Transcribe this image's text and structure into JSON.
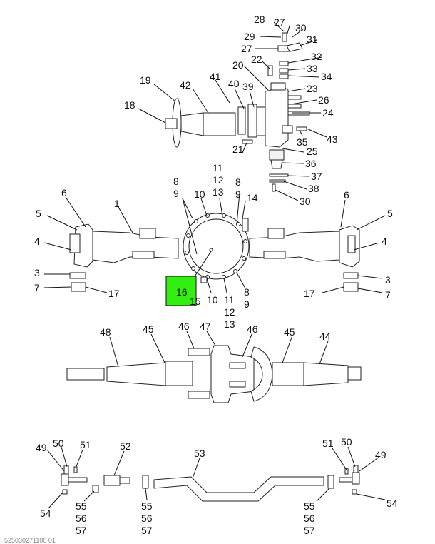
{
  "callouts": [
    {
      "id": "c28",
      "text": "28"
    },
    {
      "id": "c27a",
      "text": "27"
    },
    {
      "id": "c30a",
      "text": "30"
    },
    {
      "id": "c29",
      "text": "29"
    },
    {
      "id": "c31",
      "text": "31"
    },
    {
      "id": "c27b",
      "text": "27"
    },
    {
      "id": "c32",
      "text": "32"
    },
    {
      "id": "c22",
      "text": "22"
    },
    {
      "id": "c33",
      "text": "33"
    },
    {
      "id": "c20",
      "text": "20"
    },
    {
      "id": "c34",
      "text": "34"
    },
    {
      "id": "c19",
      "text": "19"
    },
    {
      "id": "c41",
      "text": "41"
    },
    {
      "id": "c42",
      "text": "42"
    },
    {
      "id": "c40",
      "text": "40"
    },
    {
      "id": "c39",
      "text": "39"
    },
    {
      "id": "c23",
      "text": "23"
    },
    {
      "id": "c26",
      "text": "26"
    },
    {
      "id": "c18",
      "text": "18"
    },
    {
      "id": "c24",
      "text": "24"
    },
    {
      "id": "c35",
      "text": "35"
    },
    {
      "id": "c43",
      "text": "43"
    },
    {
      "id": "c21",
      "text": "21"
    },
    {
      "id": "c25",
      "text": "25"
    },
    {
      "id": "c36",
      "text": "36"
    },
    {
      "id": "c11a",
      "text": "11"
    },
    {
      "id": "c12a",
      "text": "12"
    },
    {
      "id": "c37",
      "text": "37"
    },
    {
      "id": "c8a",
      "text": "8"
    },
    {
      "id": "c9a",
      "text": "9"
    },
    {
      "id": "c8b",
      "text": "8"
    },
    {
      "id": "c38",
      "text": "38"
    },
    {
      "id": "c9b",
      "text": "9"
    },
    {
      "id": "c10a",
      "text": "10"
    },
    {
      "id": "c13a",
      "text": "13"
    },
    {
      "id": "c14",
      "text": "14"
    },
    {
      "id": "c30b",
      "text": "30"
    },
    {
      "id": "c6a",
      "text": "6"
    },
    {
      "id": "c6b",
      "text": "6"
    },
    {
      "id": "c1",
      "text": "1"
    },
    {
      "id": "c5a",
      "text": "5"
    },
    {
      "id": "c5b",
      "text": "5"
    },
    {
      "id": "c4a",
      "text": "4"
    },
    {
      "id": "c4b",
      "text": "4"
    },
    {
      "id": "c3a",
      "text": "3"
    },
    {
      "id": "c3b",
      "text": "3"
    },
    {
      "id": "c7a",
      "text": "7"
    },
    {
      "id": "c17a",
      "text": "17"
    },
    {
      "id": "c17b",
      "text": "17"
    },
    {
      "id": "c7b",
      "text": "7"
    },
    {
      "id": "c16",
      "text": "16"
    },
    {
      "id": "c15",
      "text": "15"
    },
    {
      "id": "c10b",
      "text": "10"
    },
    {
      "id": "c11b",
      "text": "11"
    },
    {
      "id": "c8c",
      "text": "8"
    },
    {
      "id": "c9c",
      "text": "9"
    },
    {
      "id": "c12b",
      "text": "12"
    },
    {
      "id": "c13b",
      "text": "13"
    },
    {
      "id": "c48",
      "text": "48"
    },
    {
      "id": "c45a",
      "text": "45"
    },
    {
      "id": "c46a",
      "text": "46"
    },
    {
      "id": "c47",
      "text": "47"
    },
    {
      "id": "c46b",
      "text": "46"
    },
    {
      "id": "c45b",
      "text": "45"
    },
    {
      "id": "c44",
      "text": "44"
    },
    {
      "id": "c49a",
      "text": "49"
    },
    {
      "id": "c50a",
      "text": "50"
    },
    {
      "id": "c51a",
      "text": "51"
    },
    {
      "id": "c52",
      "text": "52"
    },
    {
      "id": "c53",
      "text": "53"
    },
    {
      "id": "c51b",
      "text": "51"
    },
    {
      "id": "c50b",
      "text": "50"
    },
    {
      "id": "c49b",
      "text": "49"
    },
    {
      "id": "c54a",
      "text": "54"
    },
    {
      "id": "c55a",
      "text": "55"
    },
    {
      "id": "c56a",
      "text": "56"
    },
    {
      "id": "c57a",
      "text": "57"
    },
    {
      "id": "c55b",
      "text": "55"
    },
    {
      "id": "c56b",
      "text": "56"
    },
    {
      "id": "c57b",
      "text": "57"
    },
    {
      "id": "c55c",
      "text": "55"
    },
    {
      "id": "c56c",
      "text": "56"
    },
    {
      "id": "c57c",
      "text": "57"
    },
    {
      "id": "c54b",
      "text": "54"
    }
  ],
  "highlight": {
    "label": "16",
    "color": "#33ee11"
  },
  "footer": {
    "text": "525030271100 01"
  },
  "colors": {
    "ink": "#111111",
    "paper": "#ffffff"
  }
}
